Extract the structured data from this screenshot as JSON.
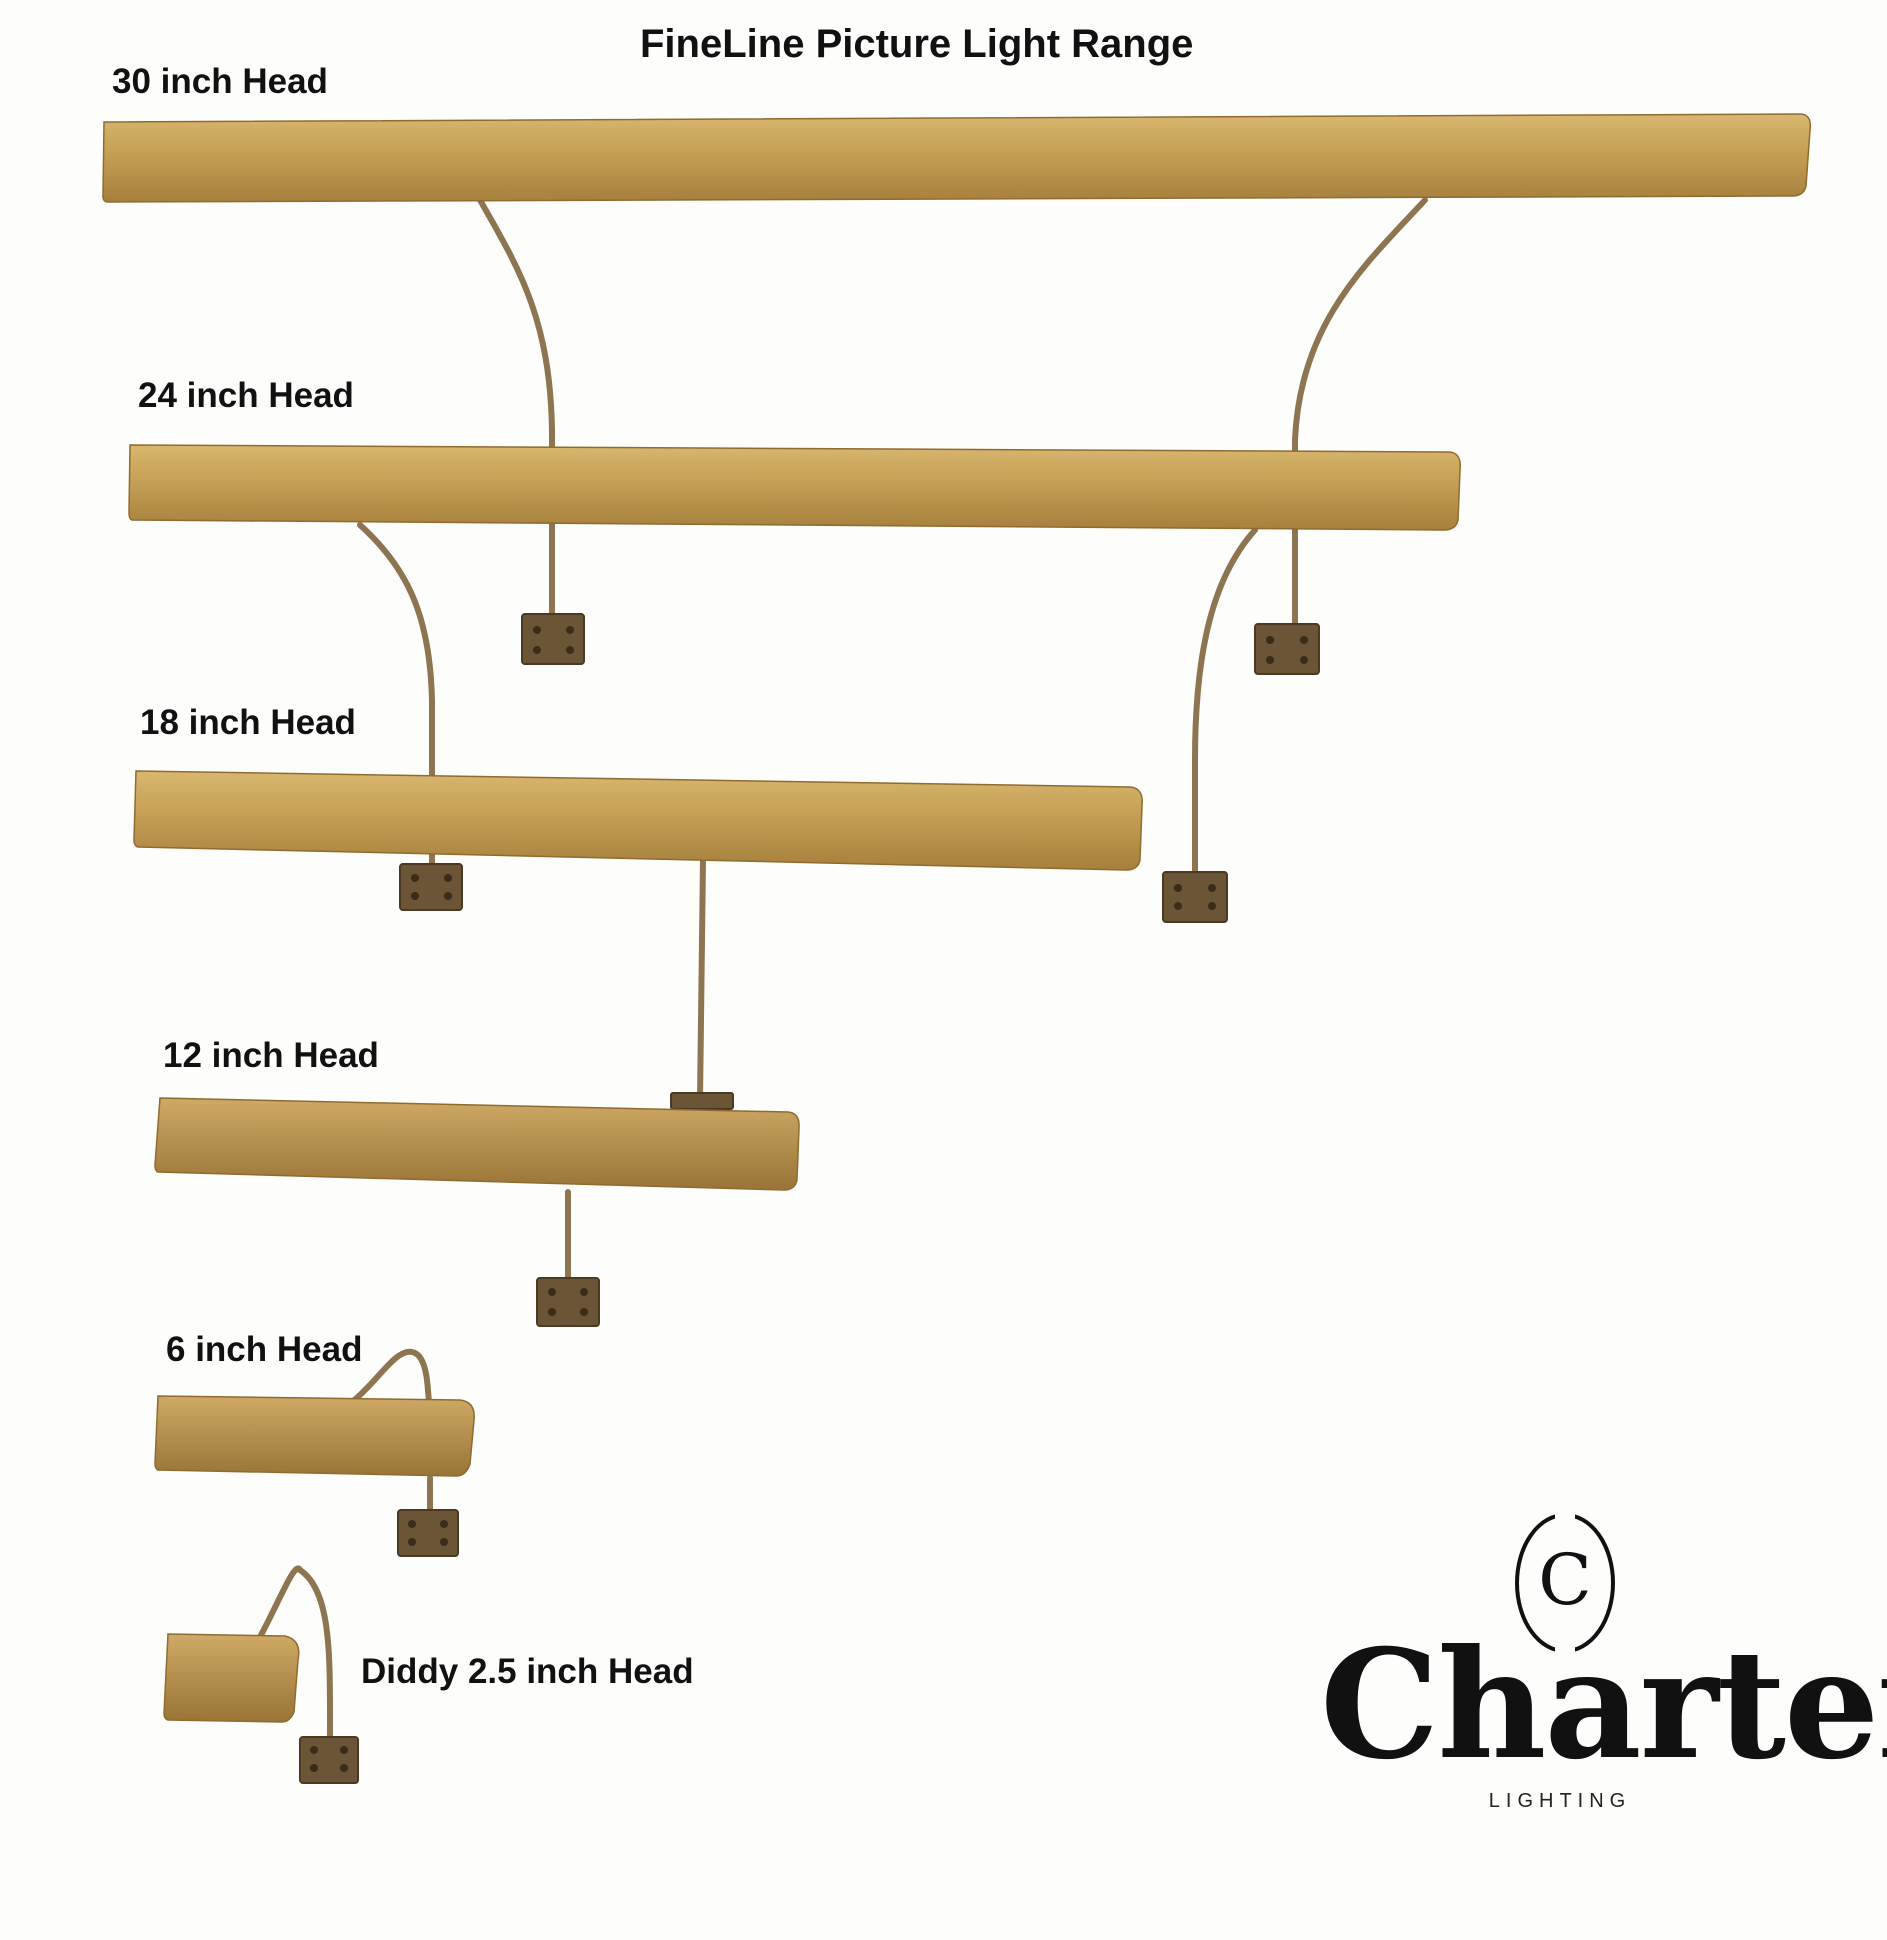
{
  "title": "FineLine Picture Light Range",
  "lights": [
    {
      "label": "30 inch Head"
    },
    {
      "label": "24 inch Head"
    },
    {
      "label": "18 inch Head"
    },
    {
      "label": "12 inch Head"
    },
    {
      "label": "6 inch Head"
    },
    {
      "label": "Diddy 2.5 inch Head"
    }
  ],
  "brand": {
    "name": "Charter",
    "sub": "LIGHTING",
    "mark_letter": "C"
  },
  "colors": {
    "brass": "#c29a4e",
    "arm": "#8c7550",
    "bracket": "#6b5536",
    "background": "#fdfdfb"
  },
  "icons": [
    "charter-logo-icon"
  ]
}
